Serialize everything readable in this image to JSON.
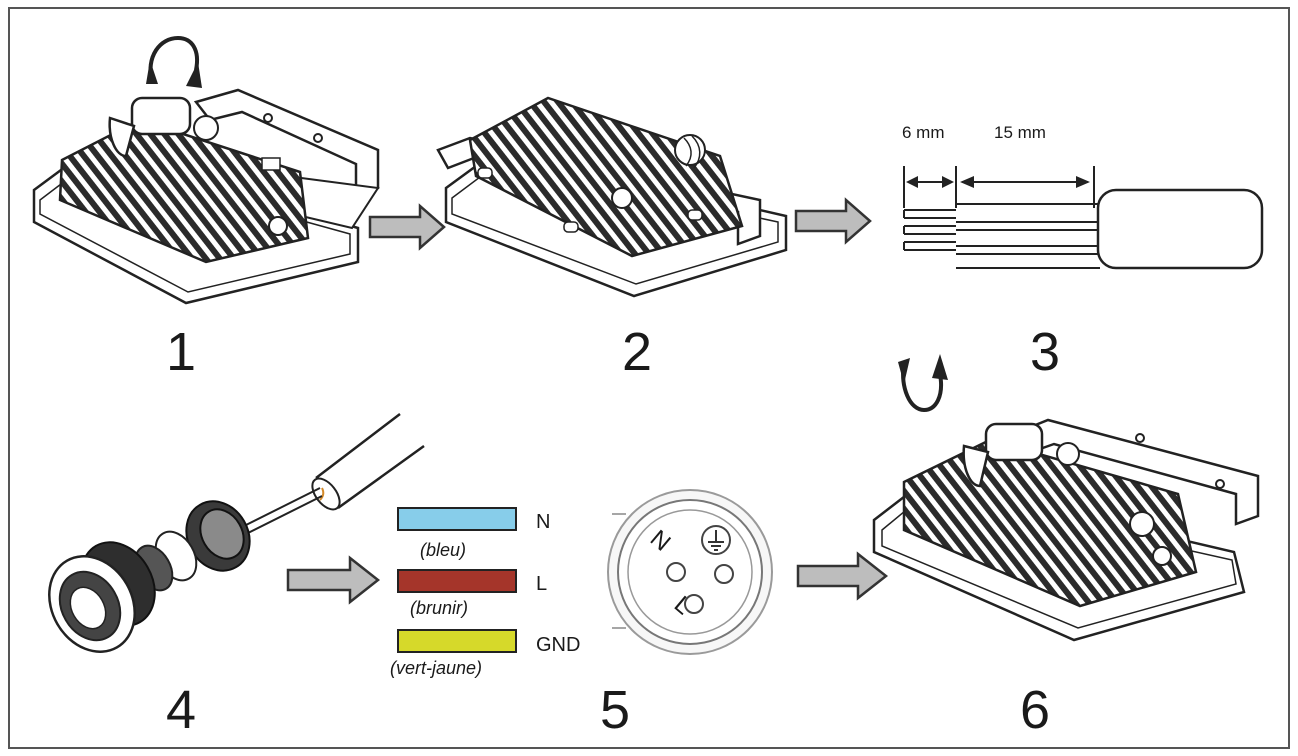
{
  "steps": {
    "s1": "1",
    "s2": "2",
    "s3": "3",
    "s4": "4",
    "s5": "5",
    "s6": "6"
  },
  "dimensions": {
    "strip": "6 mm",
    "jacket": "15 mm"
  },
  "wires": [
    {
      "code": "N",
      "name": "(bleu)",
      "color": "#87cdea"
    },
    {
      "code": "L",
      "name": "(brunir)",
      "color": "#a5352a"
    },
    {
      "code": "GND",
      "name": "(vert-jaune)",
      "color": "#d6d92a"
    }
  ],
  "terminal_marks": {
    "neutral": "N",
    "live": "L"
  },
  "colors": {
    "frame": "#555555",
    "arrow_fill": "#bdbdbd",
    "arrow_stroke": "#333333",
    "line": "#222222"
  },
  "icons": [
    "rotate-arrow-icon",
    "ground-symbol-icon",
    "process-arrow-icon"
  ]
}
